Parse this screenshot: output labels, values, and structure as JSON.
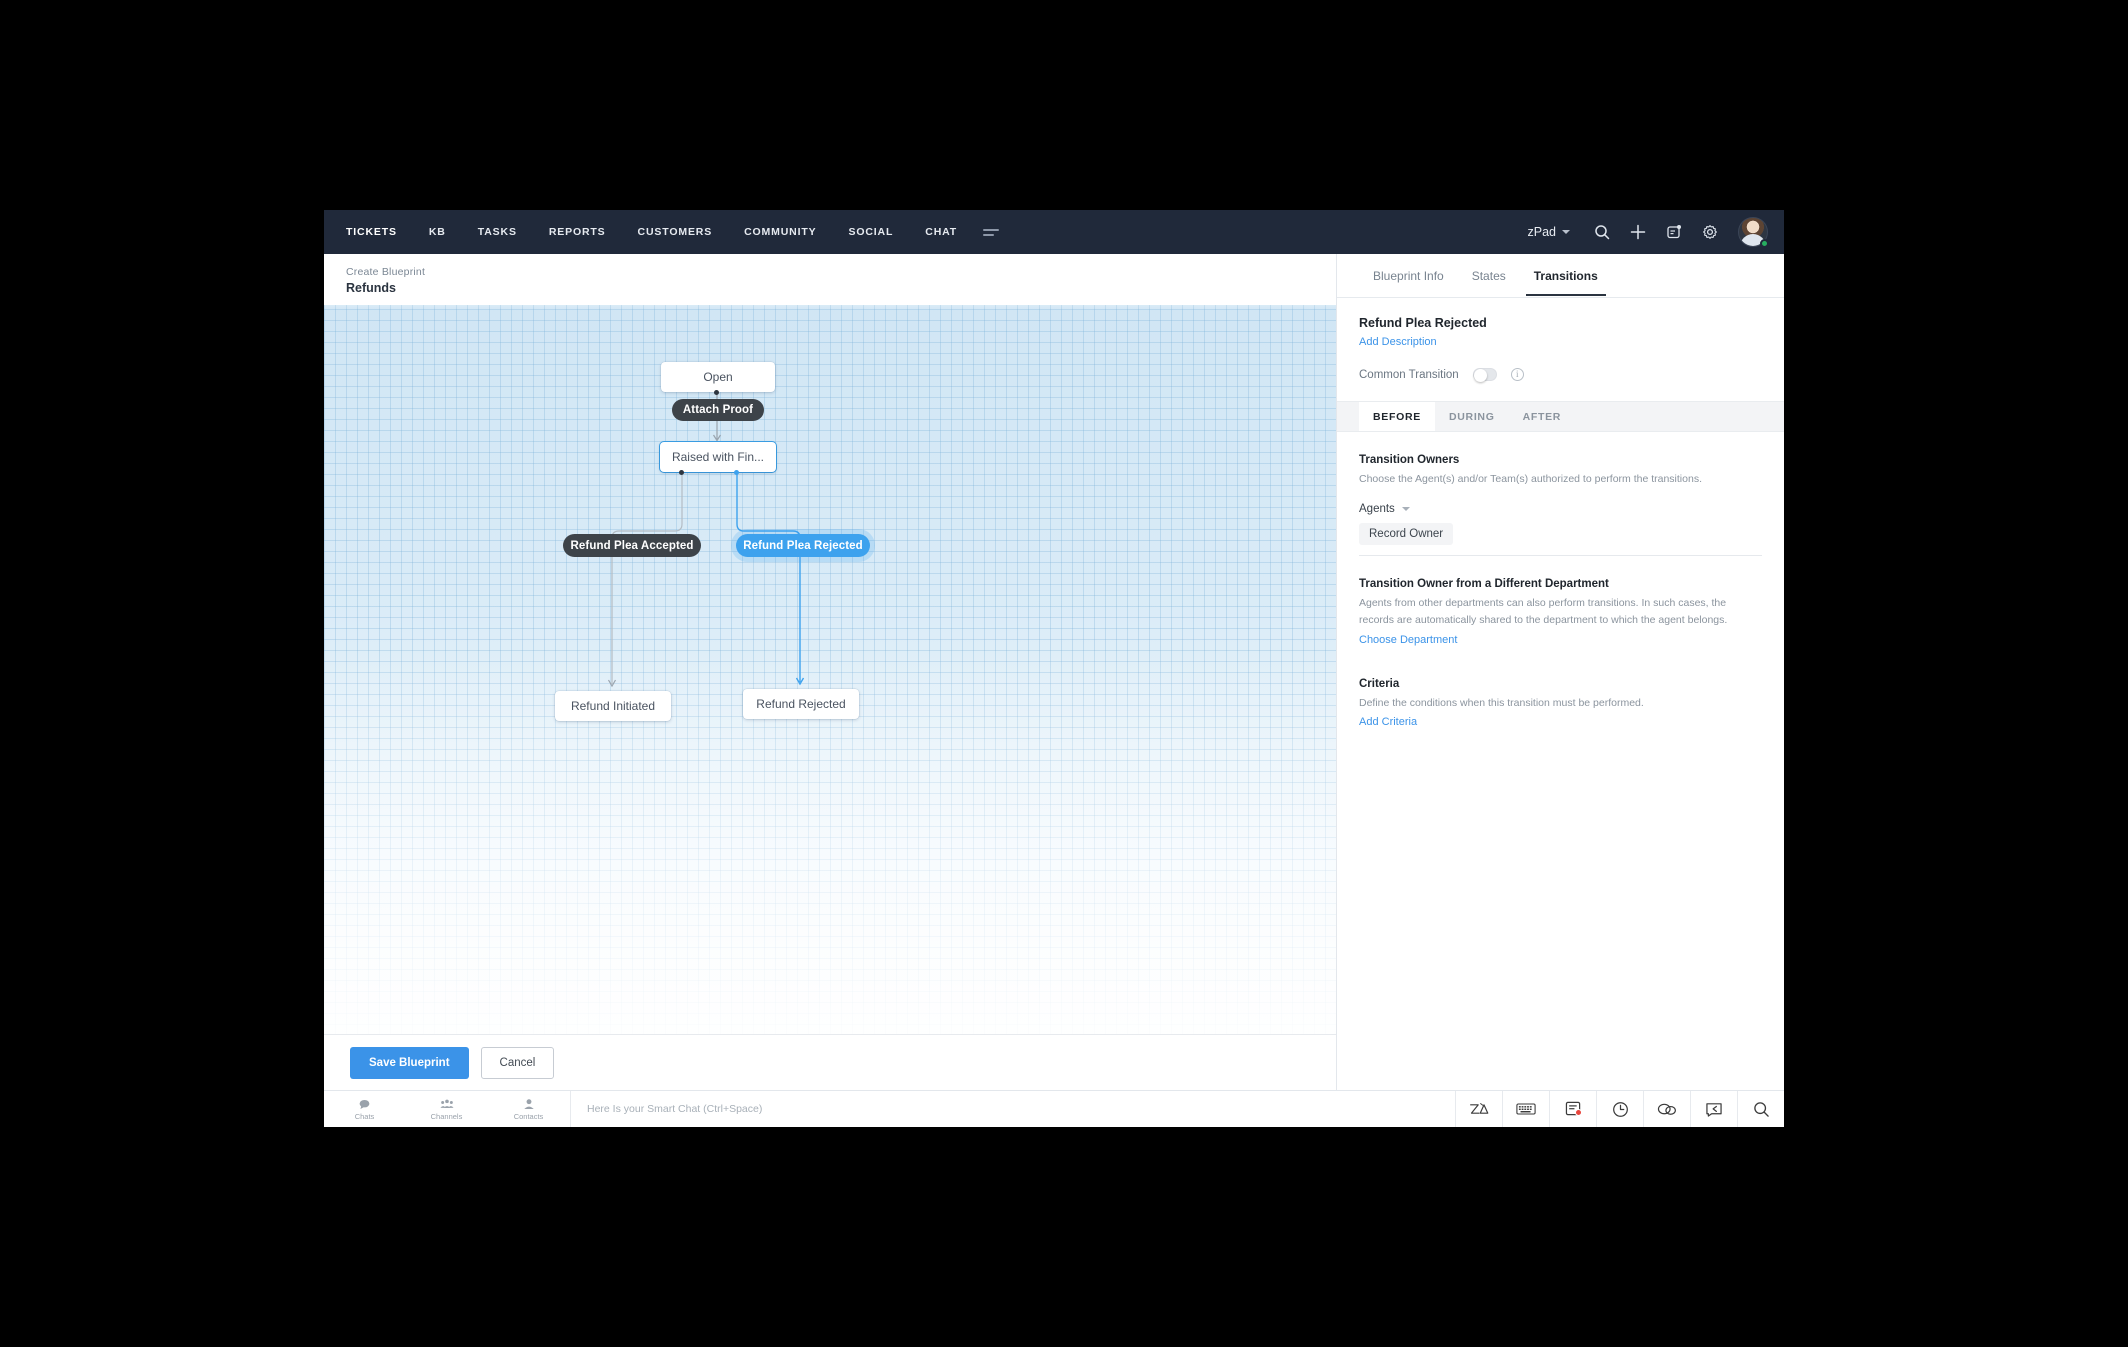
{
  "topnav": {
    "items": [
      {
        "label": "TICKETS",
        "active": true
      },
      {
        "label": "KB",
        "active": false
      },
      {
        "label": "TASKS",
        "active": false
      },
      {
        "label": "REPORTS",
        "active": false
      },
      {
        "label": "CUSTOMERS",
        "active": false
      },
      {
        "label": "COMMUNITY",
        "active": false
      },
      {
        "label": "SOCIAL",
        "active": false
      },
      {
        "label": "CHAT",
        "active": false
      }
    ],
    "more_icon": "more-menu-icon",
    "zpad_label": "zPad",
    "icons": [
      "search-icon",
      "add-icon",
      "announcement-icon",
      "settings-icon"
    ],
    "avatar": "user-avatar",
    "status": "online"
  },
  "blueprint": {
    "breadcrumb": "Create Blueprint",
    "name": "Refunds",
    "states": [
      {
        "id": "open",
        "label": "Open"
      },
      {
        "id": "raised",
        "label": "Raised with Fin...",
        "selected": true
      },
      {
        "id": "refund_initiated",
        "label": "Refund Initiated"
      },
      {
        "id": "refund_rejected",
        "label": "Refund Rejected"
      }
    ],
    "transitions": [
      {
        "id": "attach_proof",
        "label": "Attach Proof",
        "selected": false
      },
      {
        "id": "plea_accepted",
        "label": "Refund Plea Accepted",
        "selected": false
      },
      {
        "id": "plea_rejected",
        "label": "Refund Plea Rejected",
        "selected": true
      }
    ],
    "accent_color": "#3da2ee",
    "node_color": "#3d4349"
  },
  "actions": {
    "save_label": "Save Blueprint",
    "cancel_label": "Cancel"
  },
  "panel": {
    "tabs": [
      {
        "label": "Blueprint Info",
        "active": false
      },
      {
        "label": "States",
        "active": false
      },
      {
        "label": "Transitions",
        "active": true
      }
    ],
    "transition_name": "Refund Plea Rejected",
    "add_description_label": "Add Description",
    "common_transition_label": "Common Transition",
    "common_transition_on": false,
    "stage_tabs": [
      {
        "label": "BEFORE",
        "active": true
      },
      {
        "label": "DURING",
        "active": false
      },
      {
        "label": "AFTER",
        "active": false
      }
    ],
    "transition_owners": {
      "title": "Transition Owners",
      "description": "Choose the Agent(s) and/or Team(s) authorized to perform the transitions.",
      "selector_label": "Agents",
      "chips": [
        "Record Owner"
      ]
    },
    "different_department": {
      "title": "Transition Owner from a Different Department",
      "description": "Agents from other departments can also perform transitions. In such cases, the records are automatically shared to the department to which the agent belongs.",
      "link": "Choose Department"
    },
    "criteria": {
      "title": "Criteria",
      "description": "Define the conditions when this transition must be performed.",
      "link": "Add Criteria"
    }
  },
  "footer": {
    "left_items": [
      {
        "label": "Chats",
        "icon": "chat-bubble-icon"
      },
      {
        "label": "Channels",
        "icon": "channels-group-icon"
      },
      {
        "label": "Contacts",
        "icon": "contact-person-icon"
      }
    ],
    "chat_placeholder": "Here Is your Smart Chat (Ctrl+Space)",
    "right_icons": [
      "zia-icon",
      "keyboard-icon",
      "notes-icon",
      "clock-icon",
      "conversation-icon",
      "reply-icon",
      "search-icon"
    ]
  }
}
